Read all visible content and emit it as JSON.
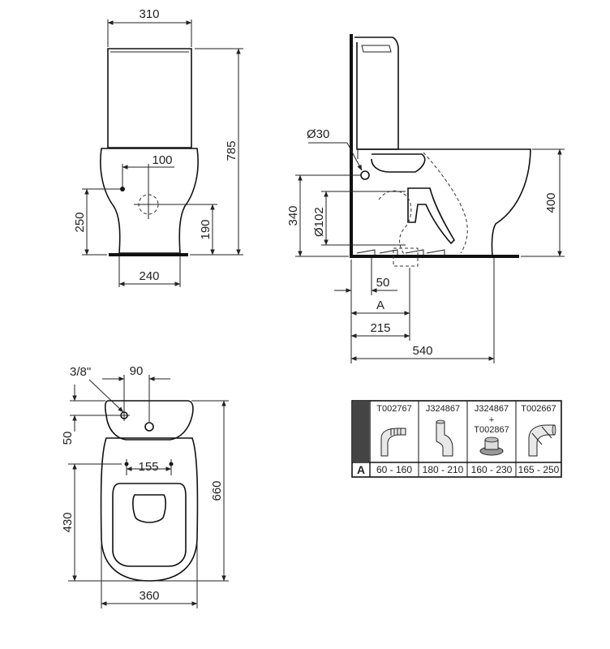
{
  "front_view": {
    "width_top": "310",
    "height_total": "785",
    "offset_inlet": "100",
    "height_inlet": "250",
    "height_outlet": "190",
    "width_base": "240"
  },
  "side_view": {
    "diameter_inlet": "Ø30",
    "height_inlet": "340",
    "diameter_outlet": "Ø102",
    "height_bowl": "400",
    "dim_50": "50",
    "dim_a": "A",
    "dim_215": "215",
    "dim_540": "540"
  },
  "top_view": {
    "thread": "3/8\"",
    "dim_90": "90",
    "dim_50": "50",
    "dim_155": "155",
    "dim_430": "430",
    "dim_660": "660",
    "dim_360": "360"
  },
  "connector_table": {
    "row_label": "A",
    "columns": [
      {
        "code": "T002767",
        "range": "60 - 160"
      },
      {
        "code": "J324867",
        "range": "180 - 210"
      },
      {
        "code": "J324867",
        "plus": "+",
        "code2": "T002867",
        "range": "160 - 230"
      },
      {
        "code": "T002667",
        "range": "165 - 250"
      }
    ]
  }
}
